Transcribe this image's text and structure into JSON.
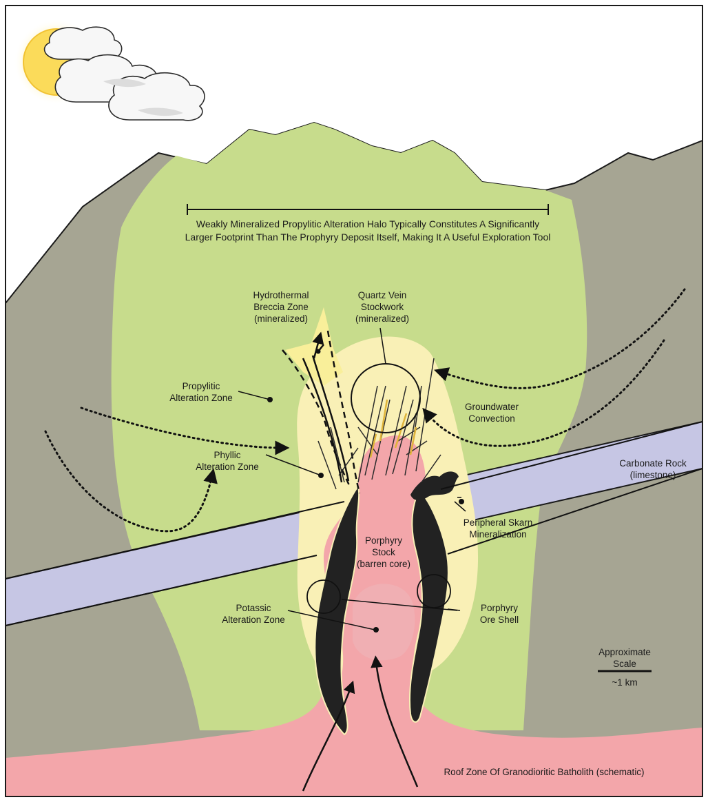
{
  "labels": {
    "halo_note": {
      "line1": "Weakly Mineralized Propylitic Alteration Halo Typically Constitutes A Significantly",
      "line2": "Larger Footprint Than The Prophyry Deposit Itself, Making It A Useful Exploration Tool"
    },
    "breccia": {
      "line1": "Hydrothermal",
      "line2": "Breccia Zone",
      "line3": "(mineralized)"
    },
    "stockwork": {
      "line1": "Quartz Vein",
      "line2": "Stockwork",
      "line3": "(mineralized)"
    },
    "propylitic": {
      "line1": "Propylitic",
      "line2": "Alteration Zone"
    },
    "groundwater": {
      "line1": "Groundwater",
      "line2": "Convection"
    },
    "carbonate": {
      "line1": "Carbonate Rock",
      "line2": "(limestone)"
    },
    "phyllic": {
      "line1": "Phyllic",
      "line2": "Alteration Zone"
    },
    "skarn": {
      "line1": "Peripheral Skarn",
      "line2": "Mineralization"
    },
    "stock": {
      "line1": "Porphyry",
      "line2": "Stock",
      "line3": "(barren core)"
    },
    "ore_shell": {
      "line1": "Porphyry",
      "line2": "Ore Shell"
    },
    "potassic": {
      "line1": "Potassic",
      "line2": "Alteration Zone"
    },
    "scale": {
      "line1": "Approximate",
      "line2": "Scale",
      "value": "~1 km"
    },
    "batholith": "Roof Zone Of Granodioritic Batholith (schematic)"
  },
  "colors": {
    "country_rock": "#a6a593",
    "propylitic_green": "#c7dc8c",
    "phyllic_cream": "#f9f0b6",
    "porphyry_pink": "#f3a6aa",
    "potassic_pink": "#f0b0b4",
    "ore_shell_black": "#222222",
    "limestone_lavender": "#c6c6e4",
    "sun_yellow": "#fbdb5a",
    "cloud_white": "#f7f7f7"
  }
}
